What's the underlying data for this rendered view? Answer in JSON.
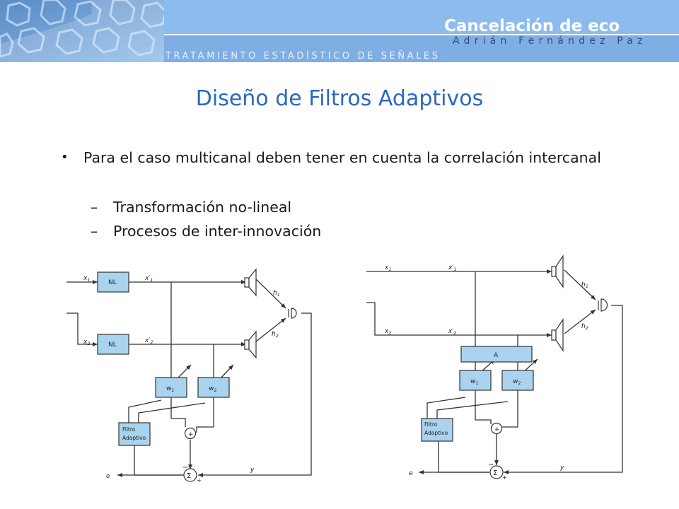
{
  "header": {
    "title": "Cancelación de eco",
    "author": "Adrián Fernández Paz",
    "subtitle": "TRATAMIENTO ESTADÍSTICO DE SEÑALES"
  },
  "slide": {
    "title": "Diseño de Filtros Adaptivos",
    "bullet_main": "Para el caso multicanal deben tener en cuenta la correlación intercanal",
    "bullet_symbol": "•",
    "sub_dash": "–",
    "sub_items": [
      "Transformación no-lineal",
      "Procesos de inter-innovación"
    ]
  },
  "diagram_left": {
    "x1": "x",
    "x1_sub": "1",
    "x2": "x",
    "x2_sub": "2",
    "xp1": "x′",
    "xp1_sub": "1",
    "xp2": "x′",
    "xp2_sub": "2",
    "nl": "NL",
    "w1": "w",
    "w1_sub": "1",
    "w2": "w",
    "w2_sub": "2",
    "h1": "h",
    "h1_sub": "1",
    "h2": "h",
    "h2_sub": "2",
    "filter_line1": "Filtro",
    "filter_line2": "Adaptivo",
    "plus": "+",
    "minus": "−",
    "sigma": "Σ",
    "e": "e",
    "y": "y"
  },
  "diagram_right": {
    "x1": "x",
    "x1_sub": "1",
    "x2": "x",
    "x2_sub": "2",
    "xp1": "x′",
    "xp1_sub": "1",
    "xp2": "x′",
    "xp2_sub": "2",
    "a": "A",
    "w1": "w",
    "w1_sub": "1",
    "w2": "w",
    "w2_sub": "2",
    "h1": "h",
    "h1_sub": "1",
    "h2": "h",
    "h2_sub": "2",
    "filter_line1": "Filtro",
    "filter_line2": "Adaptivo",
    "plus": "+",
    "minus": "−",
    "sigma": "Σ",
    "e": "e",
    "y": "y"
  },
  "colors": {
    "header_blue": "#7eaee4",
    "title_blue": "#2c67bf",
    "block_fill": "#a9d3ee",
    "line": "#333333"
  }
}
